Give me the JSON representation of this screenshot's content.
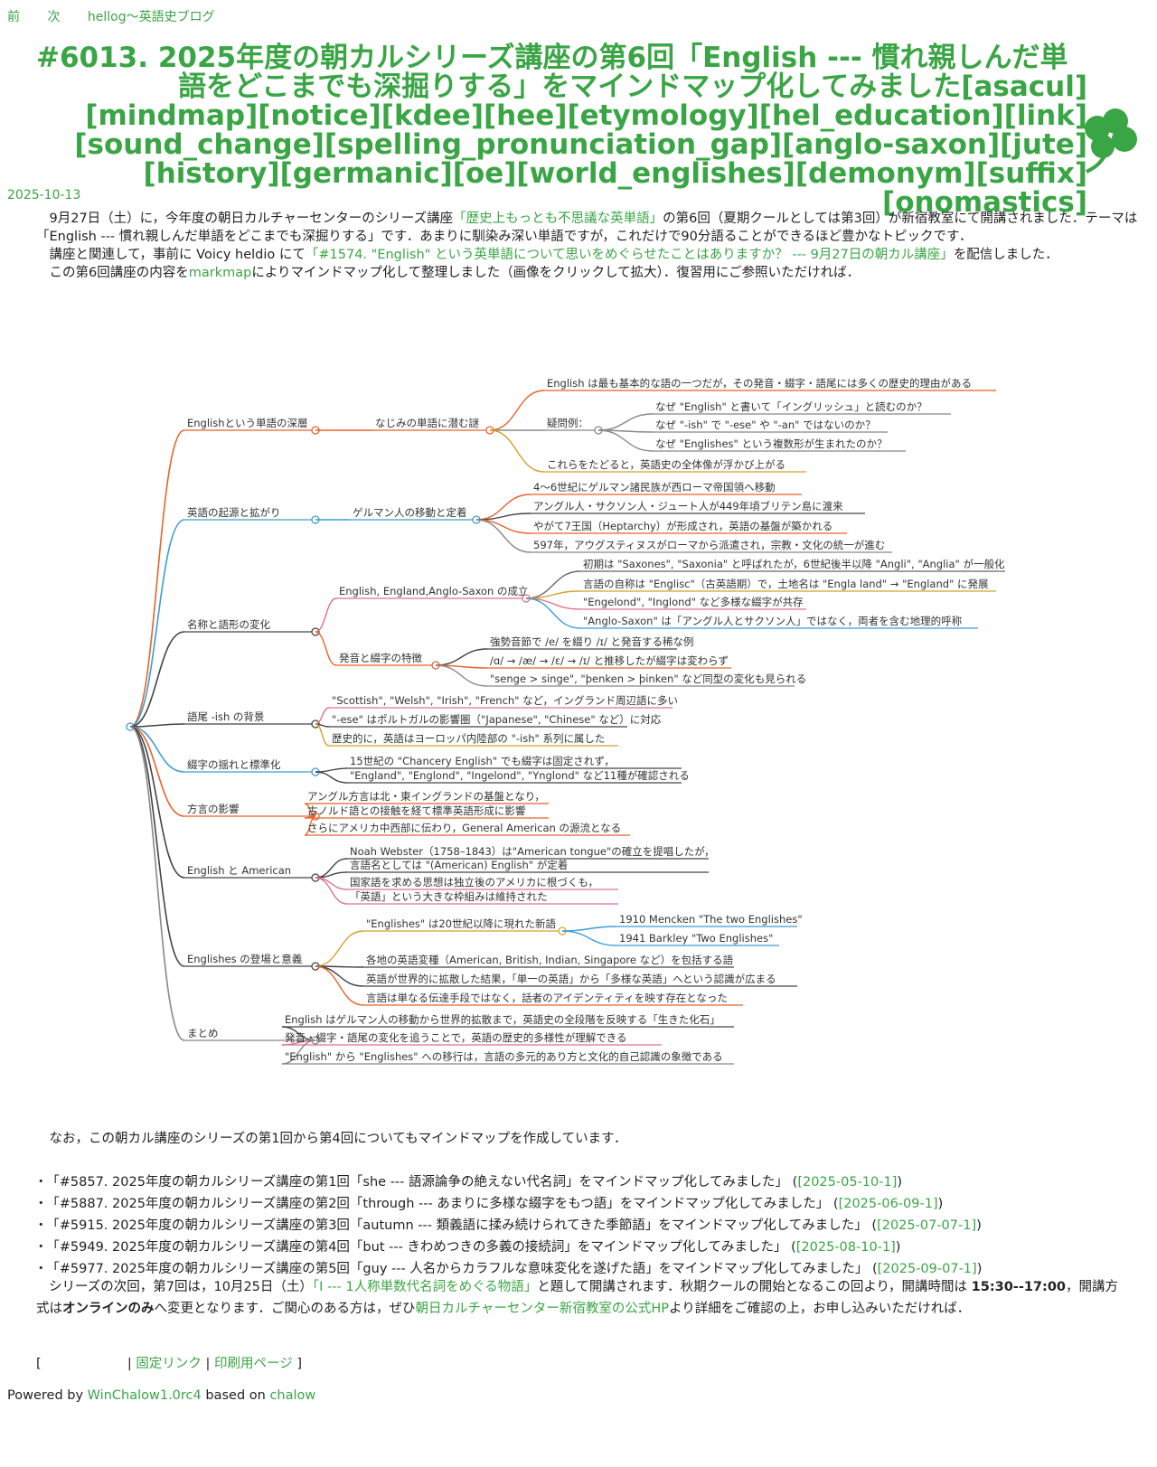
{
  "nav": {
    "prev": "前",
    "next": "次",
    "blog": "hellog～英語史ブログ"
  },
  "post": {
    "title_line1": "#6013. 2025年度の朝カルシリーズ講座の第6回「English --- 慣れ親しんだ単",
    "title_rest": "語をどこまでも深掘りする」をマインドマップ化してみました[asacul][mindmap][notice][kdee][hee][etymology][hel_education][link][sound_change][spelling_pronunciation_gap][anglo-saxon][jute][history][germanic][oe][world_englishes][demonym][suffix][onomastics]",
    "date": "2025-10-13",
    "p1_a": "9月27日（土）に，今年度の朝日カルチャーセンターのシリーズ講座",
    "p1_link": "「歴史上もっとも不思議な英単語」",
    "p1_b": "の第6回（夏期クールとしては第3回）が新宿教室にて開講されました．テーマは「English --- 慣れ親しんだ単語をどこまでも深掘りする」です．あまりに馴染み深い単語ですが，これだけで90分語ることができるほど豊かなトピックです．",
    "p2_a": "講座と関連して，事前に Voicy heldio にて",
    "p2_link": "「#1574. \"English\" という英単語について思いをめぐらせたことはありますか？ --- 9月27日の朝カル講座」",
    "p2_b": "を配信しました．",
    "p3_a": "この第6回講座の内容を",
    "p3_link": "markmap",
    "p3_b": "によりマインドマップ化して整理しました（画像をクリックして拡大）．復習用にご参照いただければ．",
    "after_intro": "なお，この朝カル講座のシリーズの第1回から第4回についてもマインドマップを作成しています．",
    "series": [
      {
        "text": "「#5857. 2025年度の朝カルシリーズ講座の第1回「she --- 語源論争の絶えない代名詞」をマインドマップ化してみました」",
        "date": "[2025-05-10-1]"
      },
      {
        "text": "「#5887. 2025年度の朝カルシリーズ講座の第2回「through --- あまりに多様な綴字をもつ語」をマインドマップ化してみました」",
        "date": "[2025-06-09-1]"
      },
      {
        "text": "「#5915. 2025年度の朝カルシリーズ講座の第3回「autumn --- 類義語に揉み続けられてきた季節語」をマインドマップ化してみました」",
        "date": "[2025-07-07-1]"
      },
      {
        "text": "「#5949. 2025年度の朝カルシリーズ講座の第4回「but --- きわめつきの多義の接続詞」をマインドマップ化してみました」",
        "date": "[2025-08-10-1]"
      },
      {
        "text": "「#5977. 2025年度の朝カルシリーズ講座の第5回「guy --- 人名からカラフルな意味変化を遂げた語」をマインドマップ化してみました」",
        "date": "[2025-09-07-1]"
      }
    ],
    "next_a": "シリーズの次回，第7回は，10月25日（土）",
    "next_link": "「I --- 1人称単数代名詞をめぐる物語」",
    "next_b": "と題して開講されます．秋期クールの開始となるこの回より，開講時間は",
    "next_time": "15:30--17:00",
    "next_c": "，開講方式は",
    "next_online": "オンラインのみ",
    "next_d": "へ変更となります．ご関心のある方は，ぜひ",
    "next_hp": "朝日カルチャーセンター新宿教室の公式HP",
    "next_e": "より詳細をご確認の上，お申し込みいただければ．",
    "links": {
      "permalink": "固定リンク",
      "print": "印刷用ページ"
    },
    "powered_a": "Powered by",
    "powered_link1": "WinChalow1.0rc4",
    "powered_b": "based on",
    "powered_link2": "chalow"
  },
  "mindmap": {
    "branches": [
      {
        "label": "Englishという単語の深層",
        "color": "#e8622c"
      },
      {
        "label": "英語の起源と拡がり",
        "color": "#3a9ed1"
      },
      {
        "label": "名称と語形の変化",
        "color": "#444444"
      },
      {
        "label": "語尾 -ish の背景",
        "color": "#444444"
      },
      {
        "label": "綴字の揺れと標準化",
        "color": "#3a9ed1"
      },
      {
        "label": "方言の影響",
        "color": "#e8622c"
      },
      {
        "label": "English と American",
        "color": "#444444"
      },
      {
        "label": "Englishes の登場と意義",
        "color": "#444444"
      },
      {
        "label": "まとめ",
        "color": "#888888"
      }
    ],
    "sub": [
      {
        "label": "なじみの単語に潜む謎",
        "color": "#e8622c"
      },
      {
        "label": "ゲルマン人の移動と定着",
        "color": "#3a9ed1"
      },
      {
        "label": "English, England,Anglo-Saxon の成立",
        "color": "#e0708a"
      },
      {
        "label": "発音と綴字の特徴",
        "color": "#e8622c"
      },
      {
        "label": "疑問例：",
        "color": "#888888"
      },
      {
        "label": "\"Englishes\" は20世紀以降に現れた新語",
        "color": "#d2a42a"
      }
    ],
    "leaves": [
      "English は最も基本的な語の一つだが，その発音・綴字・語尾には多くの歴史的理由がある",
      "なぜ \"English\" と書いて「イングリッシュ」と読むのか？",
      "なぜ \"-ish\" で \"-ese\" や \"-an\" ではないのか？",
      "なぜ \"Englishes\" という複数形が生まれたのか？",
      "これらをたどると，英語史の全体像が浮かび上がる",
      "4〜6世紀にゲルマン諸民族が西ローマ帝国領へ移動",
      "アングル人・サクソン人・ジュート人が449年頃ブリテン島に渡来",
      "やがて7王国（Heptarchy）が形成され，英語の基盤が築かれる",
      "597年，アウグスティヌスがローマから派遣され，宗教・文化の統一が進む",
      "初期は \"Saxones\", \"Saxonia\" と呼ばれたが，6世紀後半以降 \"Angli\", \"Anglia\" が一般化",
      "言語の自称は \"Englisc\"（古英語期）で，土地名は \"Engla land\" → \"England\" に発展",
      "\"Engelond\", \"Inglond\" など多様な綴字が共存",
      "\"Anglo-Saxon\" は「アングル人とサクソン人」ではなく，両者を含む地理的呼称",
      "強勢音節で /e/ を綴り /ɪ/ と発音する稀な例",
      "/ɑ/ → /æ/ → /ɛ/ → /ɪ/ と推移したが綴字は変わらず",
      "\"senge > singe\", \"þenken > þinken\" など同型の変化も見られる",
      "\"Scottish\", \"Welsh\", \"Irish\", \"French\" など，イングランド周辺語に多い",
      "\"-ese\" はポルトガルの影響圏（\"Japanese\", \"Chinese\" など）に対応",
      "歴史的に，英語はヨーロッパ内陸部の \"-ish\" 系列に属した",
      "15世紀の \"Chancery English\" でも綴字は固定されず，",
      "\"England\", \"Englond\", \"Ingelond\", \"Ynglond\" など11種が確認される",
      "アングル方言は北・東イングランドの基盤となり，",
      "古ノルド語との接触を経て標準英語形成に影響",
      "さらにアメリカ中西部に伝わり，General American の源流となる",
      "Noah Webster（1758–1843）は\"American tongue\"の確立を提唱したが，",
      "言語名としては \"(American) English\" が定着",
      "国家語を求める思想は独立後のアメリカに根づくも，",
      "「英語」という大きな枠組みは維持された",
      "1910 Mencken \"The two Englishes\"",
      "1941 Barkley \"Two Englishes\"",
      "各地の英語変種（American, British, Indian, Singapore など）を包括する語",
      "英語が世界的に拡散した結果，「単一の英語」から「多様な英語」へという認識が広まる",
      "言語は単なる伝達手段ではなく，話者のアイデンティティを映す存在となった",
      "English はゲルマン人の移動から世界的拡散まで，英語史の全段階を反映する「生きた化石」",
      "発音・綴字・語尾の変化を追うことで，英語の歴史的多様性が理解できる",
      "\"English\" から \"Englishes\" への移行は，言語の多元的あり方と文化的自己認識の象徴である"
    ]
  }
}
